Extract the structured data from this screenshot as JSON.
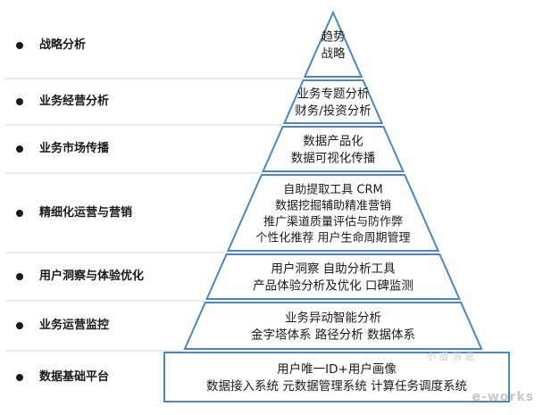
{
  "colors": {
    "tier_border": "#4a86c8",
    "text": "#1a1a1a",
    "separator": "#d9d9d9"
  },
  "levels": [
    {
      "label": "战略分析",
      "lines": [
        "趋势",
        "战略"
      ]
    },
    {
      "label": "业务经营分析",
      "lines": [
        "业务专题分析",
        "财务/投资分析"
      ]
    },
    {
      "label": "业务市场传播",
      "lines": [
        "数据产品化",
        "数据可视化传播"
      ]
    },
    {
      "label": "精细化运营与营销",
      "lines": [
        "自助提取工具 CRM",
        "数据挖掘辅助精准营销",
        "推广渠道质量评估与防作弊",
        "个性化推荐 用户生命周期管理"
      ]
    },
    {
      "label": "用户洞察与体验优化",
      "lines": [
        "用户洞察 自助分析工具",
        "产品体验分析及优化 口碑监测"
      ]
    },
    {
      "label": "业务运营监控",
      "lines": [
        "业务异动智能分析",
        "金字塔体系   路径分析   数据体系"
      ]
    },
    {
      "label": "数据基础平台",
      "lines": [
        "用户唯一ID+用户画像",
        "数据接入系统   元数据管理系统   计算任务调度系统"
      ]
    }
  ],
  "watermark": {
    "text": "e-works",
    "channel": "小 道 消 息"
  }
}
